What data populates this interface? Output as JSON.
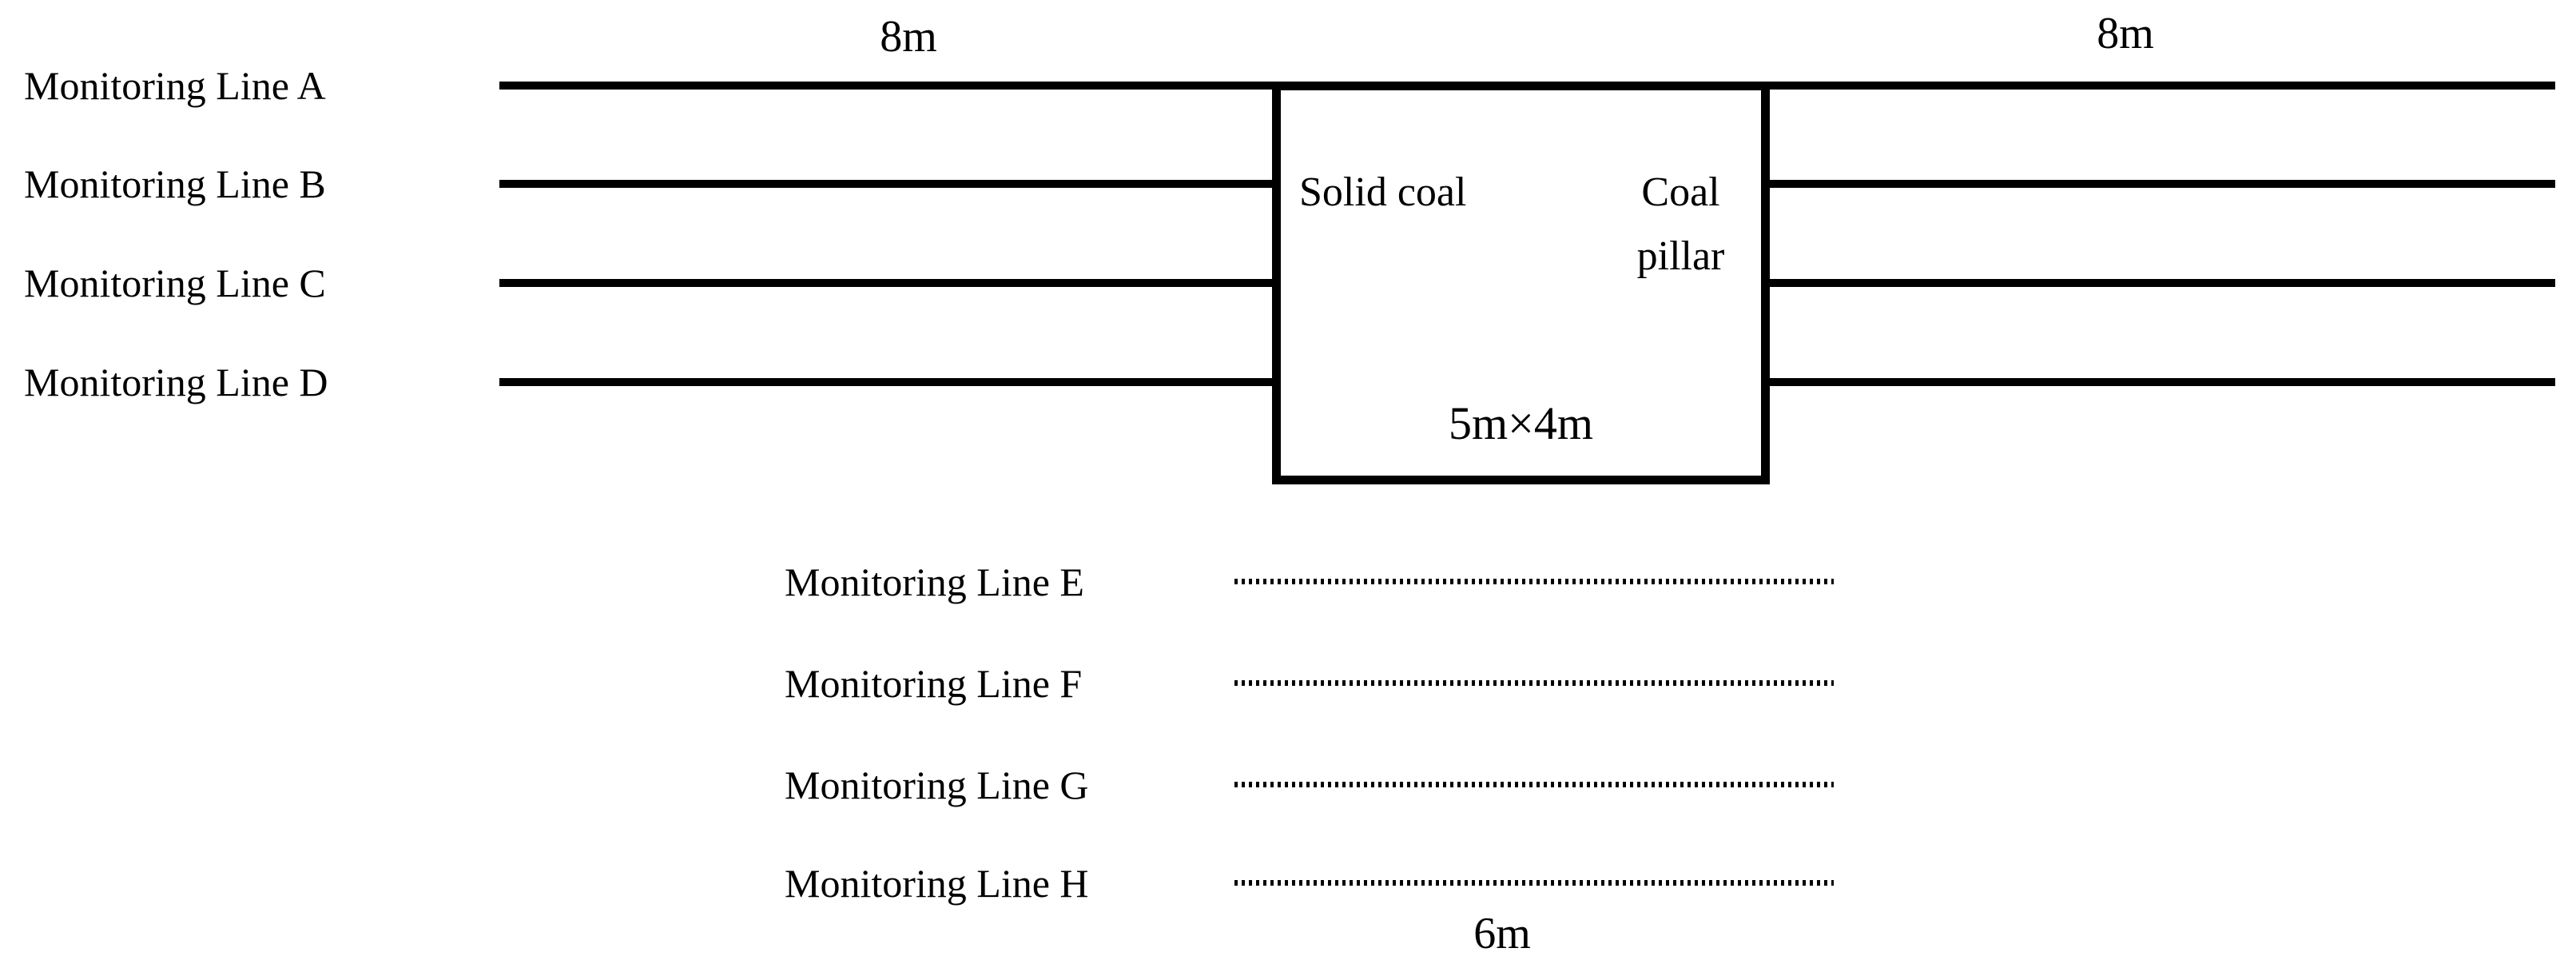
{
  "figure": {
    "background_color": "#ffffff",
    "ink_color": "#000000",
    "top_section": {
      "dimension_left": "8m",
      "dimension_right": "8m",
      "rows": [
        {
          "label": "Monitoring Line A"
        },
        {
          "label": "Monitoring Line B"
        },
        {
          "label": "Monitoring Line C"
        },
        {
          "label": "Monitoring Line D"
        }
      ],
      "box": {
        "left_region_label": "Solid coal",
        "right_region_label": "Coal pillar",
        "size_label": "5m×4m"
      }
    },
    "bottom_section": {
      "rows": [
        {
          "label": "Monitoring Line E"
        },
        {
          "label": "Monitoring Line F"
        },
        {
          "label": "Monitoring Line G"
        },
        {
          "label": "Monitoring Line H"
        }
      ],
      "dimension_bottom": "6m"
    }
  }
}
